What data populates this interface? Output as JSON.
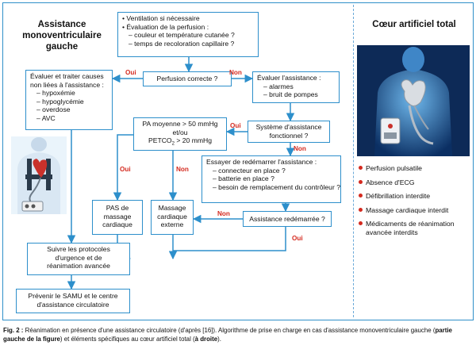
{
  "left_title": "Assistance monoventriculaire gauche",
  "right_title": "Cœur artificiel total",
  "boxes": {
    "top": {
      "l1": "Ventilation si nécessaire",
      "l2": "Évaluation de la perfusion :",
      "l3": "– couleur et température cutanée ?",
      "l4": "– temps de recoloration capillaire ?"
    },
    "perfusion": "Perfusion correcte ?",
    "causes": {
      "l1": "Évaluer et traiter causes",
      "l2": "non liées à l'assistance :",
      "items": [
        "hypoxémie",
        "hypoglycémie",
        "overdose",
        "AVC"
      ]
    },
    "evaluate": {
      "l1": "Évaluer l'assistance :",
      "items": [
        "alarmes",
        "bruit de pompes"
      ]
    },
    "pam": {
      "l1": "PA moyenne > 50 mmHg",
      "l2": "et/ou",
      "l3a": "PETCO",
      "l3sub": "2",
      "l3b": " > 20 mmHg"
    },
    "system": {
      "l1": "Système d'assistance",
      "l2": "fonctionnel ?"
    },
    "restart": {
      "l1": "Essayer de redémarrer l'assistance :",
      "items": [
        "connecteur en place ?",
        "batterie en place ?",
        "besoin de remplacement du contrôleur ?"
      ]
    },
    "no_massage": {
      "l1": "PAS de",
      "l2": "massage",
      "l3": "cardiaque"
    },
    "external": {
      "l1": "Massage",
      "l2": "cardiaque",
      "l3": "externe"
    },
    "restarted": "Assistance redémarrée ?",
    "protocols": {
      "l1": "Suivre les protocoles",
      "l2": "d'urgence et de",
      "l3": "réanimation avancée"
    },
    "samu": {
      "l1": "Prévenir le SAMU et le centre",
      "l2": "d'assistance circulatoire"
    }
  },
  "labels": {
    "oui": "Oui",
    "non": "Non"
  },
  "right_bullets": [
    "Perfusion pulsatile",
    "Absence d'ECG",
    "Défibrillation interdite",
    "Massage cardiaque interdit",
    "Médicaments de réanimation avancée interdits"
  ],
  "caption": {
    "fig": "Fig. 2 :",
    "text1": " Réanimation en présence d'une assistance circulatoire (d'après [16]). Algorithme de prise en charge en cas d'assistance monoventriculaire gauche (",
    "bold1": "partie gauche de la figure",
    "text2": ") et éléments spécifiques au cœur artificiel total (",
    "bold2": "à droite",
    "text3": ")."
  },
  "colors": {
    "box_border": "#2d8fcb",
    "arrow": "#2d8fcb",
    "oui_non": "#d42a1f",
    "bullet": "#d42a1f"
  }
}
